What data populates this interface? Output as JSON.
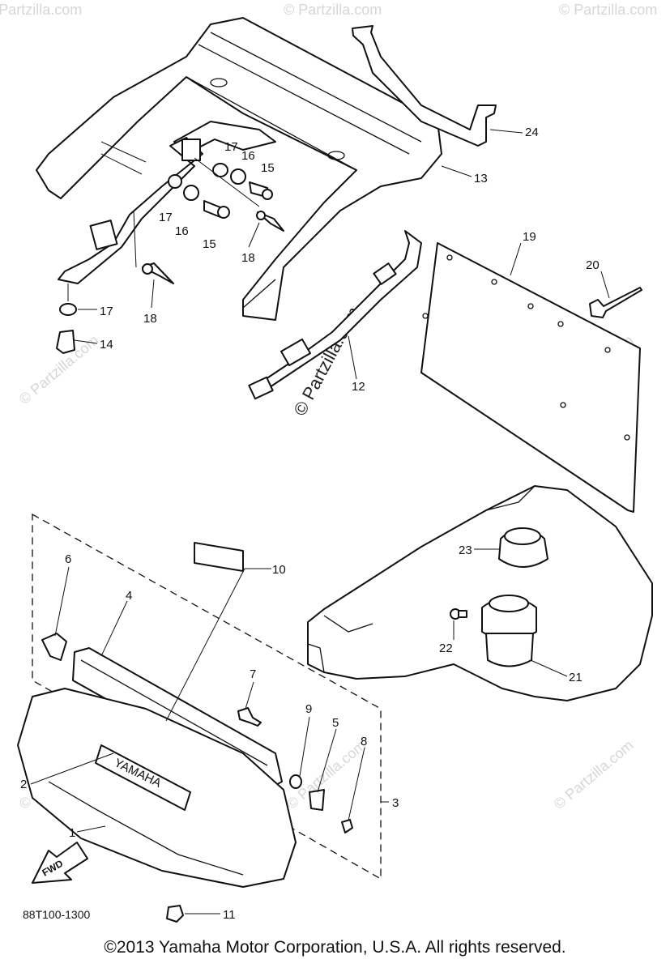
{
  "diagram_code": "88T100-1300",
  "copyright": "©2013 Yamaha Motor Corporation, U.S.A. All rights reserved.",
  "watermark": "© Partzilla.com",
  "brand_plate_text": "YAMAHA",
  "direction_arrow_text": "FWD",
  "callouts": {
    "c1": "1",
    "c2": "2",
    "c3": "3",
    "c4": "4",
    "c5": "5",
    "c6": "6",
    "c7": "7",
    "c8": "8",
    "c9": "9",
    "c10": "10",
    "c11": "11",
    "c12": "12",
    "c13": "13",
    "c14": "14",
    "c15a": "15",
    "c15b": "15",
    "c16a": "16",
    "c16b": "16",
    "c17a": "17",
    "c17b": "17",
    "c17c": "17",
    "c18a": "18",
    "c18b": "18",
    "c19": "19",
    "c20": "20",
    "c21": "21",
    "c22": "22",
    "c23": "23",
    "c24": "24"
  }
}
